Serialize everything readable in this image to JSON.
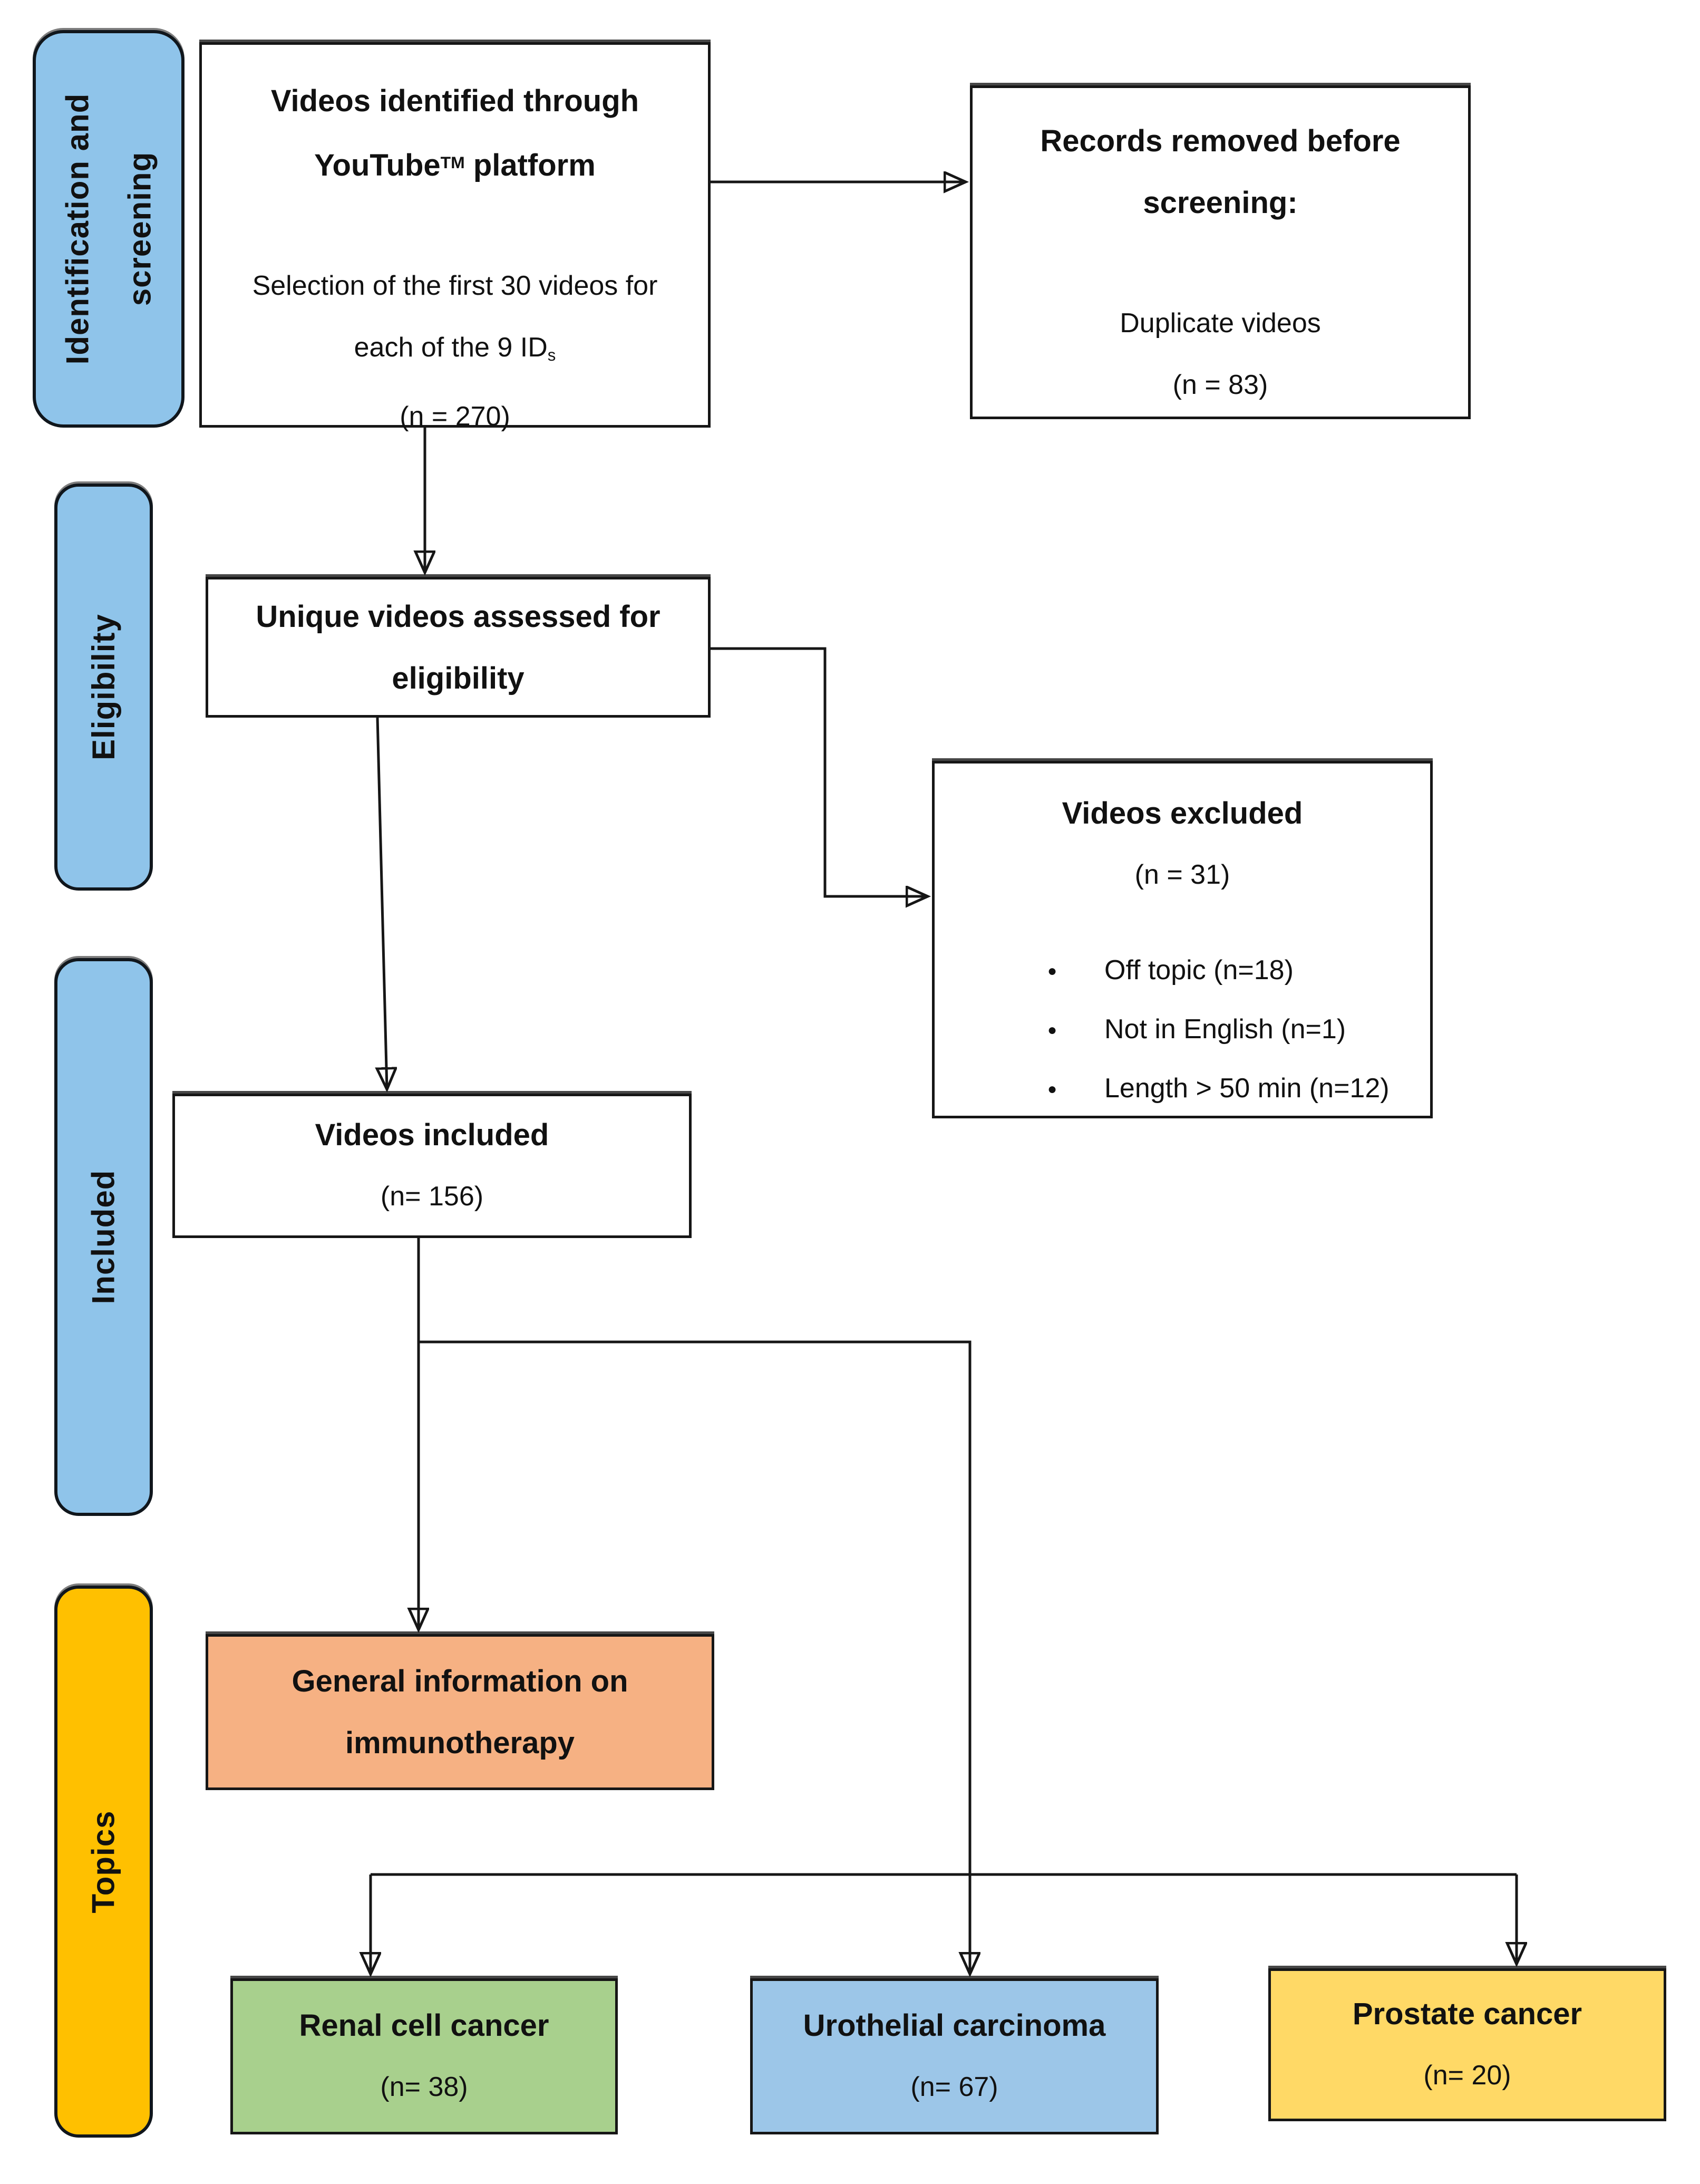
{
  "colors": {
    "stage_blue": "#8FC4EA",
    "stage_gold": "#FFC000",
    "box_orange": "#F6B183",
    "box_green": "#A8D08D",
    "box_blue": "#9CC6E8",
    "box_yellow": "#FFD966",
    "line_black": "#161616"
  },
  "sidebars": {
    "identification": {
      "label_line1": "Identification and",
      "label_line2": "screening"
    },
    "eligibility": {
      "label": "Eligibility"
    },
    "included": {
      "label": "Included"
    },
    "topics": {
      "label": "Topics"
    }
  },
  "boxes": {
    "identified": {
      "title_line1": "Videos identified through",
      "title_line2_pre": "YouTube",
      "title_line2_sup": "TM",
      "title_line2_post": " platform",
      "sub_line1": "Selection of the first 30 videos for",
      "sub_line2_pre": "each of the 9 ID",
      "sub_line2_sub": "s",
      "n_value": "(n = 270)"
    },
    "records_removed": {
      "title_line1": "Records removed before",
      "title_line2": "screening:",
      "sub_line": "Duplicate videos",
      "n_value": "(n = 83)"
    },
    "unique": {
      "title_line1": "Unique videos assessed for",
      "title_line2": "eligibility"
    },
    "excluded": {
      "title": "Videos excluded",
      "n_value": "(n = 31)",
      "bullets": [
        "Off topic (n=18)",
        "Not in English (n=1)",
        "Length > 50 min (n=12)"
      ]
    },
    "included_videos": {
      "title": "Videos included",
      "n_value": "(n= 156)"
    },
    "general": {
      "title_line1": "General information on",
      "title_line2": "immunotherapy"
    },
    "renal": {
      "title": "Renal cell cancer",
      "n_value": "(n= 38)"
    },
    "urothelial": {
      "title": "Urothelial carcinoma",
      "n_value": "(n= 67)"
    },
    "prostate": {
      "title": "Prostate cancer",
      "n_value": "(n= 20)"
    }
  }
}
